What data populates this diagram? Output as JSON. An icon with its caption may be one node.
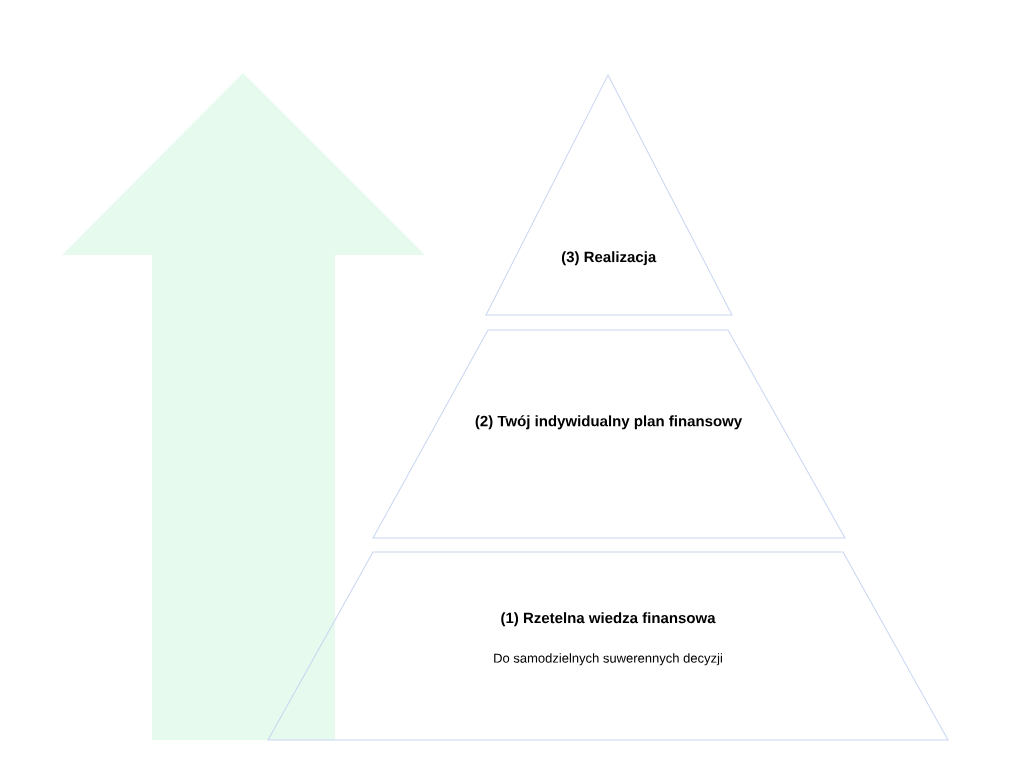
{
  "diagram": {
    "nodes": [
      {
        "text": [
          "(3) Realizacja"
        ]
      },
      {
        "text": [
          "(2) Twój indywidualny plan finansowy"
        ]
      },
      {
        "text": [
          "(1) Rzetelna wiedza finansowa",
          "Do samodzielnych suwerennych decyzji"
        ]
      }
    ]
  }
}
